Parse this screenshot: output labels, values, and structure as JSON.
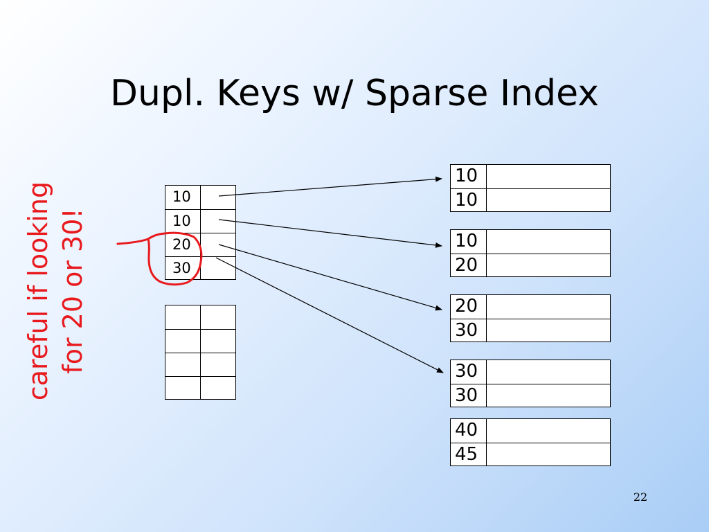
{
  "slide": {
    "title": "Dupl. Keys w/ Sparse Index",
    "page_number": "22",
    "annotation": {
      "line1": "careful if looking",
      "line2": "for 20 or 30!"
    }
  },
  "colors": {
    "annotation": "#e8191c",
    "background_top_left": "#ffffff",
    "background_bottom_right": "#a9cdf6"
  },
  "index_block": {
    "keys": [
      "10",
      "10",
      "20",
      "30"
    ]
  },
  "empty_index_block": {
    "rows": 4
  },
  "data_blocks": [
    {
      "keys": [
        "10",
        "10"
      ]
    },
    {
      "keys": [
        "10",
        "20"
      ]
    },
    {
      "keys": [
        "20",
        "30"
      ]
    },
    {
      "keys": [
        "30",
        "30"
      ]
    },
    {
      "keys": [
        "40",
        "45"
      ]
    }
  ],
  "pointers": [
    {
      "from_index_row": 0,
      "to_data_block": 0
    },
    {
      "from_index_row": 1,
      "to_data_block": 1
    },
    {
      "from_index_row": 2,
      "to_data_block": 2
    },
    {
      "from_index_row": 3,
      "to_data_block": 3
    }
  ]
}
